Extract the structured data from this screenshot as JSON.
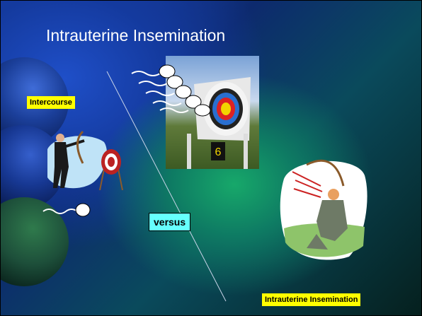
{
  "slide": {
    "title": "Intrauterine Insemination",
    "left_label": "Intercourse",
    "right_label": "Intrauterine Insemination",
    "center_label": "versus"
  },
  "colors": {
    "label_yellow": "#ffff00",
    "label_cyan": "#66ffff",
    "title_text": "#ffffff"
  },
  "images": {
    "target_photo_number": "6"
  },
  "icons": [
    "sperm-icon",
    "archer-icon",
    "target-icon",
    "kneeling-archer-icon",
    "target-photo"
  ]
}
